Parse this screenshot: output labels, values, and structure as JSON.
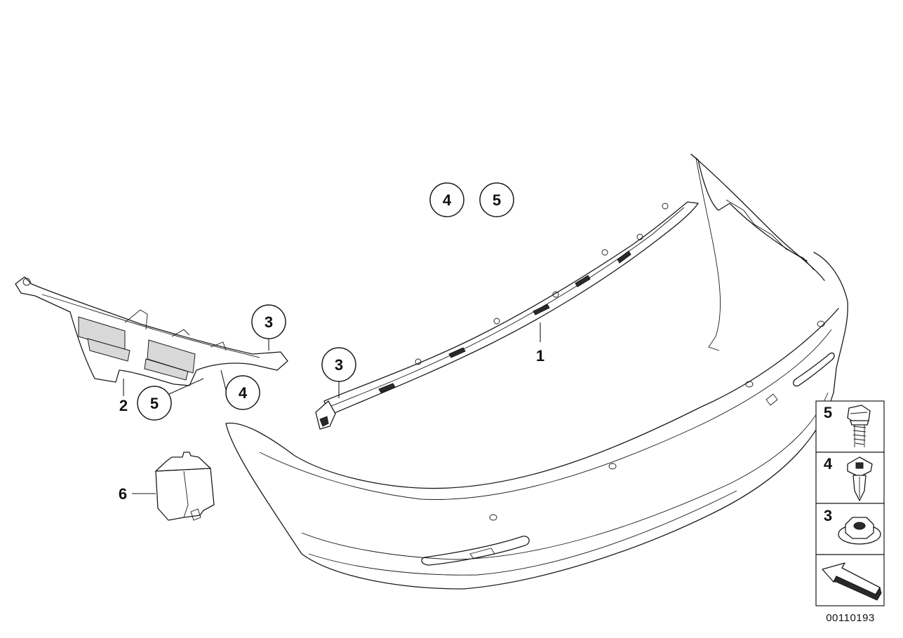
{
  "callouts": {
    "c1": "1",
    "c2": "2",
    "c3_left": "3",
    "c3_mid": "3",
    "c4_left": "4",
    "c4_top": "4",
    "c5_left": "5",
    "c5_top": "5",
    "c6": "6"
  },
  "legend": {
    "items": [
      {
        "label": "5",
        "part": "bolt-screw"
      },
      {
        "label": "4",
        "part": "expanding-rivet"
      },
      {
        "label": "3",
        "part": "flange-nut"
      }
    ],
    "arrow": "front-direction-arrow-icon"
  },
  "diagram_code": "00110193"
}
